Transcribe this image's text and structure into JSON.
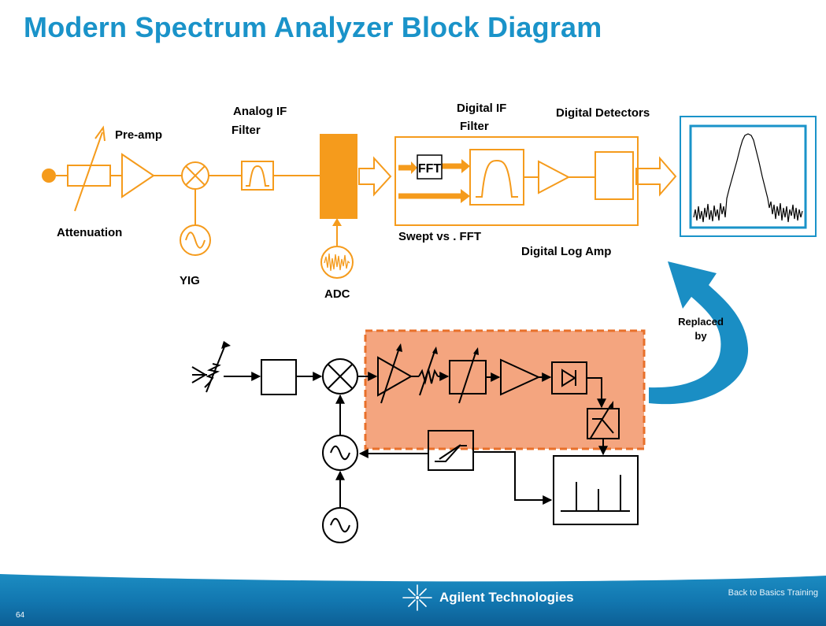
{
  "slide": {
    "title": "Modern Spectrum Analyzer Block Diagram",
    "page_number": "64"
  },
  "labels": {
    "pre_amp": "Pre-amp",
    "analog_if_filter_line1": "Analog IF",
    "analog_if_filter_line2": "Filter",
    "digital_if_filter_line1": "Digital IF",
    "digital_if_filter_line2": "Filter",
    "digital_detectors": "Digital Detectors",
    "attenuation": "Attenuation",
    "yig": "YIG",
    "adc": "ADC",
    "fft": "FFT",
    "swept_vs_fft": "Swept vs . FFT",
    "digital_log_amp": "Digital Log Amp",
    "replaced_line1": "Replaced",
    "replaced_line2": "by"
  },
  "colors": {
    "title": "#1a93c9",
    "modern_path": "#f59b1c",
    "legacy_highlight_fill": "#f4a57f",
    "legacy_highlight_border": "#e8702a",
    "replace_arrow": "#1a8ec4",
    "footer": "#1277b0"
  },
  "footer": {
    "brand": "Agilent Technologies",
    "training": "Back to Basics Training"
  }
}
